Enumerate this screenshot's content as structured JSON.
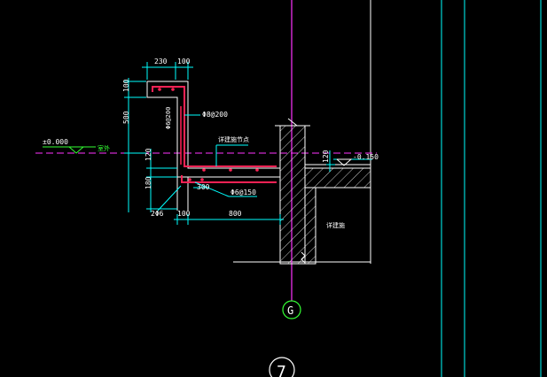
{
  "drawing": {
    "colors": {
      "background": "#000000",
      "frame": "#ffffff",
      "grid_line": "#ff33ff",
      "dimension": "#00ffff",
      "rebar": "#ff2255",
      "level_marker": "#33ff33",
      "hatch": "#ffffff"
    },
    "dimensions": {
      "top_230": "230",
      "top_100": "100",
      "left_100": "100",
      "left_500": "500",
      "left_120": "120",
      "left_180": "180",
      "bottom_100": "100",
      "bottom_800": "800",
      "right_120": "120"
    },
    "annotations": {
      "level_zero": "±0.000",
      "level_green": "室外",
      "level_right": "-0.150",
      "rebar_stirrup": "Φ8@200",
      "rebar_vertical": "Φ6@200",
      "rebar_bottom": "Φ6@150",
      "bottom_bars": "2Φ6",
      "mid_dim_300": "300",
      "note_top": "详建施节点",
      "note_right": "详建施"
    },
    "grid_bubbles": {
      "axis_letter": "G",
      "axis_number": "7"
    }
  }
}
